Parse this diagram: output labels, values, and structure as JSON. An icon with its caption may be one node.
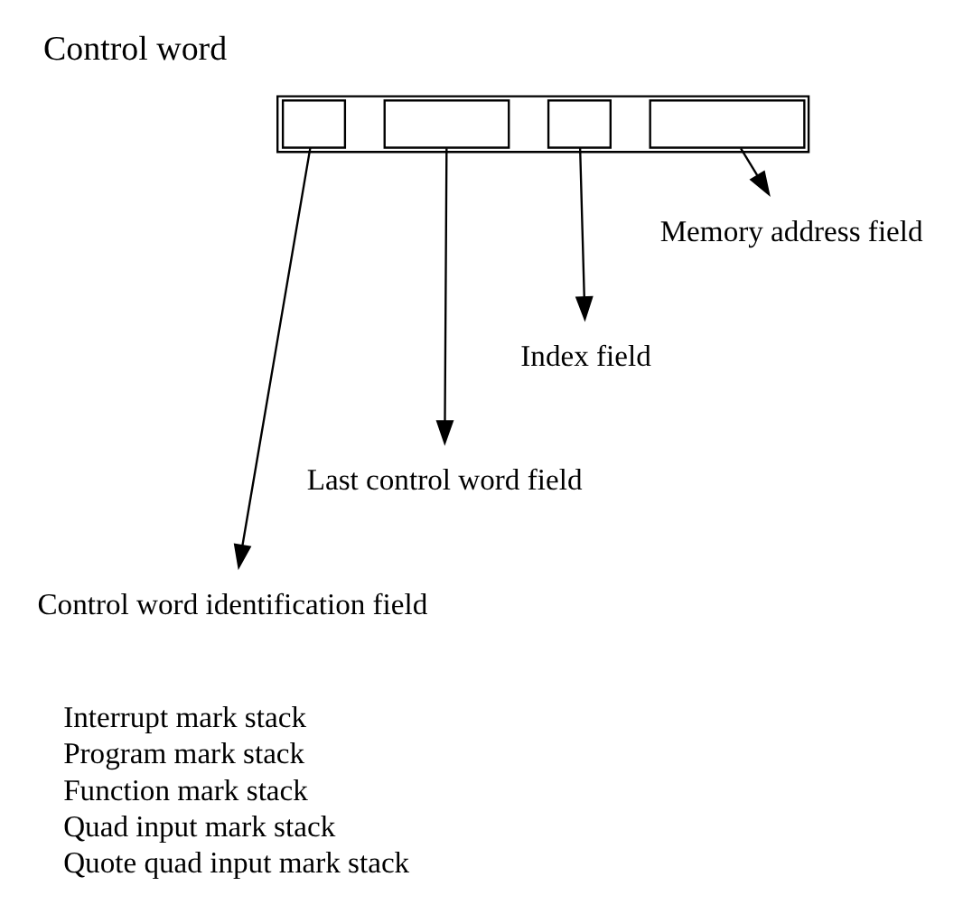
{
  "diagram": {
    "title": "Control word",
    "nodes": [
      {
        "text": [],
        "shape": "box"
      },
      {
        "text": [],
        "shape": "box",
        "in": 0
      },
      {
        "text": [],
        "shape": "box",
        "in": 0
      },
      {
        "text": [],
        "shape": "box",
        "in": 0
      },
      {
        "text": [],
        "shape": "box",
        "in": 0
      },
      {
        "text": [
          "Memory address field"
        ]
      },
      {
        "text": [
          "Index field"
        ]
      },
      {
        "text": [
          "Last control word field"
        ]
      },
      {
        "text": [
          "Control word identification field"
        ]
      }
    ],
    "edges": [
      {
        "from": 4,
        "to": 5,
        "arrow": "to"
      },
      {
        "from": 3,
        "to": 6,
        "arrow": "to"
      },
      {
        "from": 2,
        "to": 7,
        "arrow": "to"
      },
      {
        "from": 1,
        "to": 8,
        "arrow": "to"
      }
    ],
    "labels": [
      "Interrupt mark stack",
      "Program mark stack",
      "Function mark stack",
      "Quad input mark stack",
      "Quote quad input mark stack"
    ]
  }
}
